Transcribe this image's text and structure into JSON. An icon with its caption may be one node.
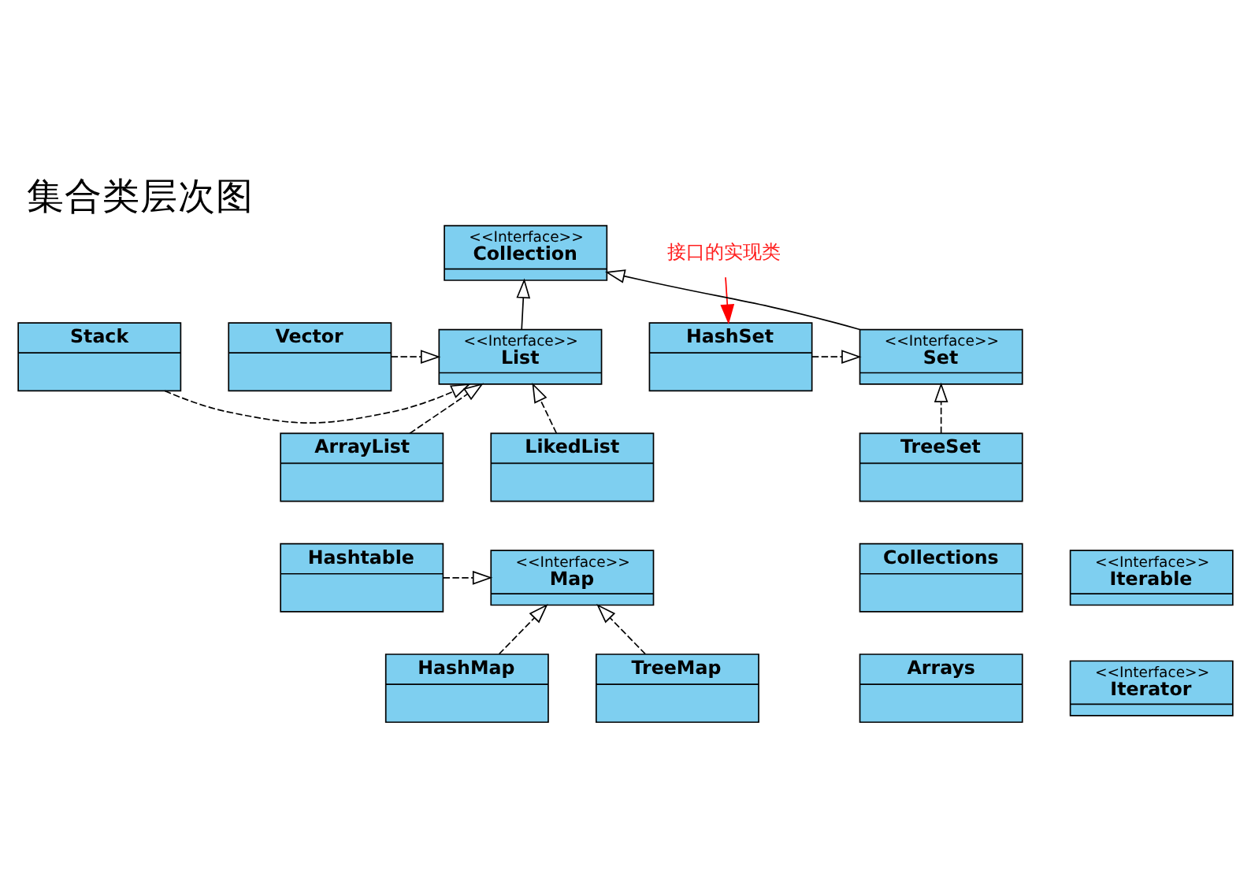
{
  "diagram": {
    "title": "集合类层次图",
    "nodes": [
      {
        "text": [
          "<<Interface>>",
          "Collection"
        ]
      },
      {
        "text": [
          "接口的实现类"
        ]
      },
      {
        "text": [
          "Stack"
        ]
      },
      {
        "text": [
          "<<Interface>>",
          "List"
        ]
      },
      {
        "text": [
          "<<Interface>>",
          "Set"
        ]
      },
      {
        "text": [
          "HashSet"
        ]
      },
      {
        "text": [
          "Vector"
        ]
      },
      {
        "text": [
          "ArrayList"
        ]
      },
      {
        "text": [
          "LikedList"
        ]
      },
      {
        "text": [
          "TreeSet"
        ]
      },
      {
        "text": [
          "Hashtable"
        ]
      },
      {
        "text": [
          "<<Interface>>",
          "Map"
        ]
      },
      {
        "text": [
          "Collections"
        ]
      },
      {
        "text": [
          "<<Interface>>",
          "Iterable"
        ]
      },
      {
        "text": [
          "HashMap"
        ]
      },
      {
        "text": [
          "TreeMap"
        ]
      },
      {
        "text": [
          "Arrays"
        ]
      },
      {
        "text": [
          "<<Interface>>",
          "Iterator"
        ]
      }
    ],
    "edges": [
      {
        "from": 3,
        "to": 0,
        "arrow": "to"
      },
      {
        "from": 4,
        "to": 0,
        "arrow": "to"
      },
      {
        "from": 1,
        "to": 5,
        "arrow": "to",
        "color": "#ff0000"
      },
      {
        "from": 2,
        "to": 3,
        "arrow": "to",
        "style": "dashed"
      },
      {
        "from": 5,
        "to": 4,
        "arrow": "to",
        "style": "dashed"
      },
      {
        "from": 6,
        "to": 3,
        "arrow": "to",
        "style": "dashed"
      },
      {
        "from": 7,
        "to": 3,
        "arrow": "to",
        "style": "dashed"
      },
      {
        "from": 8,
        "to": 3,
        "arrow": "to",
        "style": "dashed"
      },
      {
        "from": 9,
        "to": 4,
        "arrow": "to",
        "style": "dashed"
      },
      {
        "from": 10,
        "to": 11,
        "arrow": "to",
        "style": "dashed"
      },
      {
        "from": 14,
        "to": 11,
        "arrow": "to",
        "style": "dashed"
      },
      {
        "from": 15,
        "to": 11,
        "arrow": "to",
        "style": "dashed"
      }
    ]
  }
}
